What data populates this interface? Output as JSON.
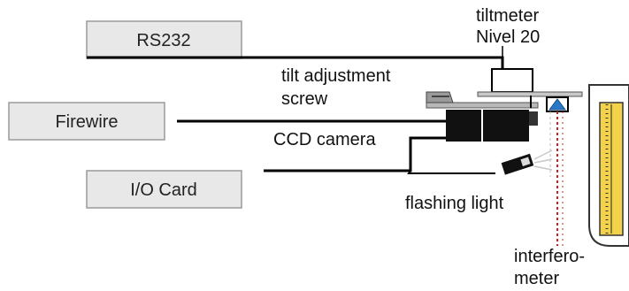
{
  "interfaces": {
    "rs232": "RS232",
    "firewire": "Firewire",
    "io_card": "I/O Card"
  },
  "labels": {
    "tiltmeter_line1": "tiltmeter",
    "tiltmeter_line2": "Nivel 20",
    "tilt_adjust_line1": "tilt adjustment",
    "tilt_adjust_line2": "screw",
    "ccd_camera": "CCD camera",
    "flashing_light": "flashing light",
    "interferometer_line1": "interfero-",
    "interferometer_line2": "meter"
  },
  "colors": {
    "box_fill": "#e8e8e8",
    "line": "#000000",
    "scale_fill": "#f2d24a",
    "prism_fill": "#2a78c8",
    "laser": "#d02020"
  }
}
